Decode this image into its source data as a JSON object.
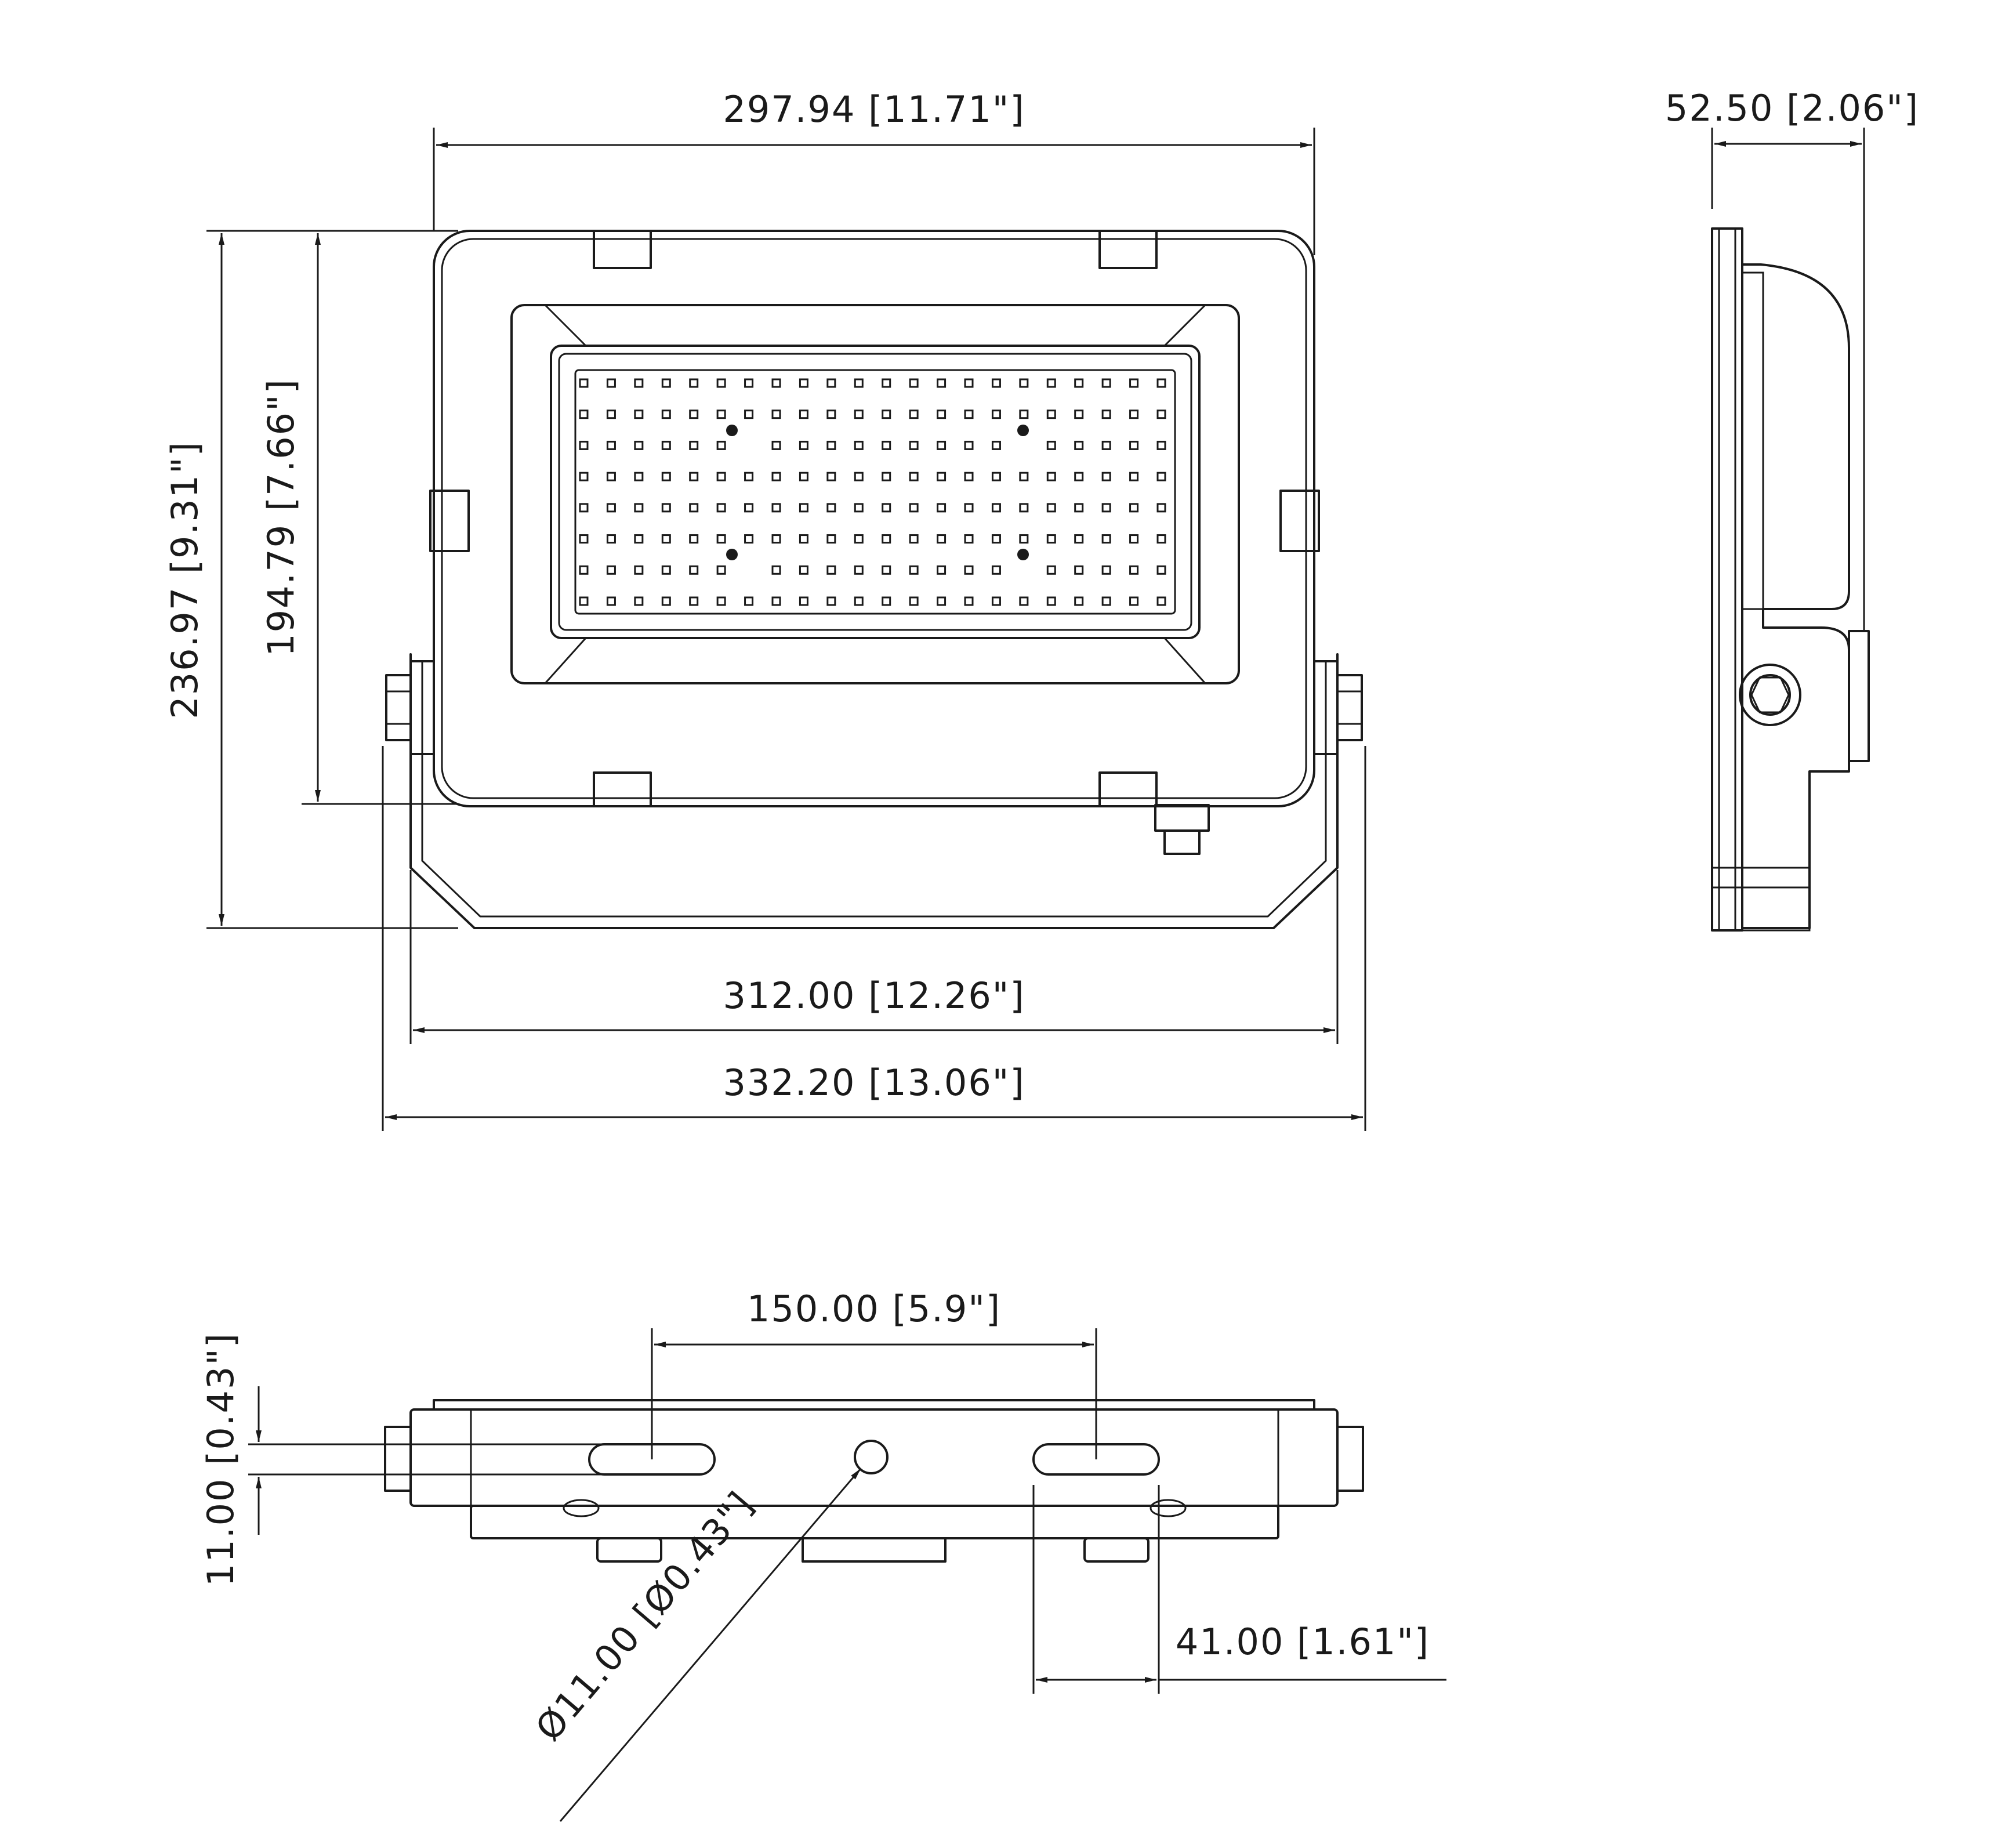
{
  "dimensions": {
    "front_width": "297.94 [11.71\"]",
    "front_height_total": "236.97 [9.31\"]",
    "front_height_body": "194.79 [7.66\"]",
    "bracket_width": "312.00 [12.26\"]",
    "overall_width": "332.20 [13.06\"]",
    "side_depth": "52.50 [2.06\"]",
    "slot_spacing": "150.00 [5.9\"]",
    "slot_width": "11.00 [0.43\"]",
    "slot_length": "41.00 [1.61\"]",
    "hole_diameter": "Ø11.00 [Ø0.43\"]"
  },
  "led_array": {
    "rows": 8,
    "columns": 22
  }
}
